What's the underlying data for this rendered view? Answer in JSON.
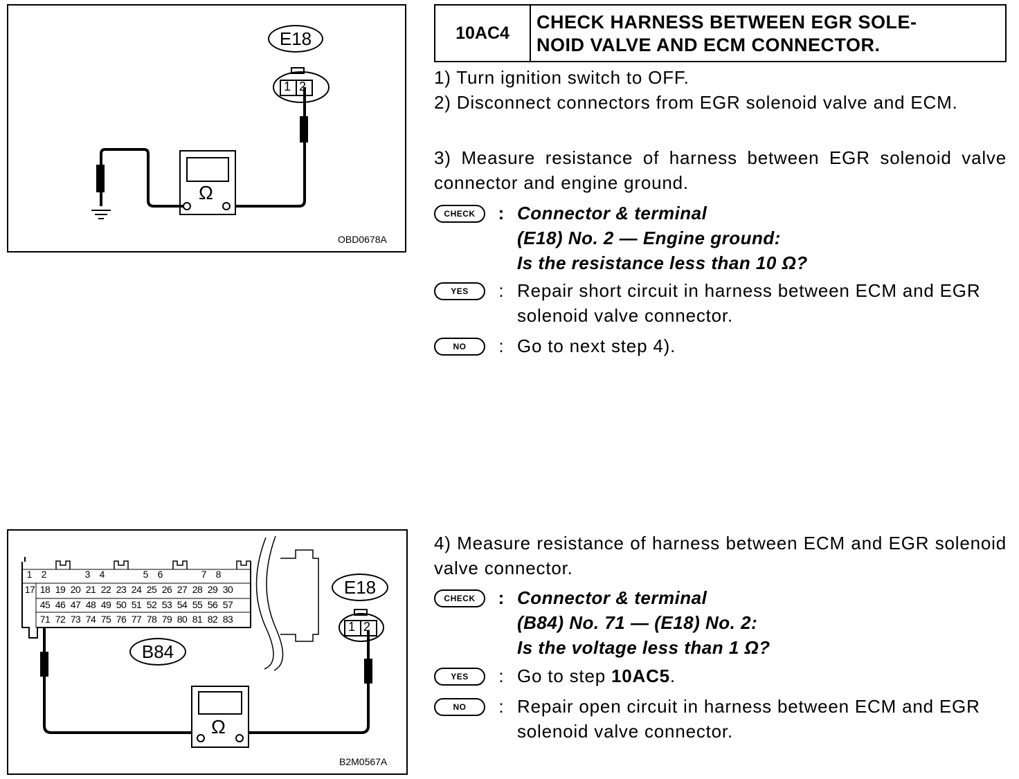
{
  "figure1": {
    "connector_label": "E18",
    "pins": [
      "1",
      "2"
    ],
    "meter_symbol": "Ω",
    "code": "OBD0678A"
  },
  "step": {
    "id": "10AC4",
    "title_line1": "CHECK HARNESS BETWEEN EGR SOLE-",
    "title_line2": "NOID VALVE AND ECM CONNECTOR."
  },
  "instructions": [
    "1) Turn ignition switch to OFF.",
    "2) Disconnect connectors from EGR solenoid valve and ECM.",
    "3) Measure resistance of harness between EGR solenoid valve connector and engine ground."
  ],
  "check1": {
    "badge": "CHECK",
    "colon": ":",
    "line1": "Connector & terminal",
    "line2": "(E18) No. 2 — Engine ground:",
    "line3": "Is the resistance less than 10 Ω?"
  },
  "yes1": {
    "badge": "YES",
    "colon": ":",
    "text": "Repair short circuit in harness between ECM and EGR solenoid valve connector."
  },
  "no1": {
    "badge": "NO",
    "colon": ":",
    "text": "Go to next step 4)."
  },
  "figure2": {
    "ecm_label": "B84",
    "connector_label": "E18",
    "pins": [
      "1",
      "2"
    ],
    "row1": [
      "1",
      "2",
      "",
      "3",
      "4",
      "",
      "5",
      "6",
      "",
      "7",
      "8",
      ""
    ],
    "row2": [
      "17",
      "18",
      "19",
      "20",
      "21",
      "22",
      "23",
      "24",
      "25",
      "26",
      "27",
      "28",
      "29",
      "30"
    ],
    "row3": [
      "",
      "45",
      "46",
      "47",
      "48",
      "49",
      "50",
      "51",
      "52",
      "53",
      "54",
      "55",
      "56",
      "57"
    ],
    "row4": [
      "",
      "71",
      "72",
      "73",
      "74",
      "75",
      "76",
      "77",
      "78",
      "79",
      "80",
      "81",
      "82",
      "83"
    ],
    "meter_symbol": "Ω",
    "code": "B2M0567A"
  },
  "instruction4": "4) Measure resistance of harness between ECM and EGR solenoid valve connector.",
  "check2": {
    "badge": "CHECK",
    "colon": ":",
    "line1": "Connector & terminal",
    "line2": "(B84) No. 71 — (E18) No. 2:",
    "line3": "Is the voltage less than 1 Ω?"
  },
  "yes2": {
    "badge": "YES",
    "colon": ":",
    "prefix": "Go to step ",
    "step_ref": "10AC5",
    "suffix": "."
  },
  "no2": {
    "badge": "NO",
    "colon": ":",
    "text": "Repair open circuit in harness between ECM and EGR solenoid valve connector."
  }
}
